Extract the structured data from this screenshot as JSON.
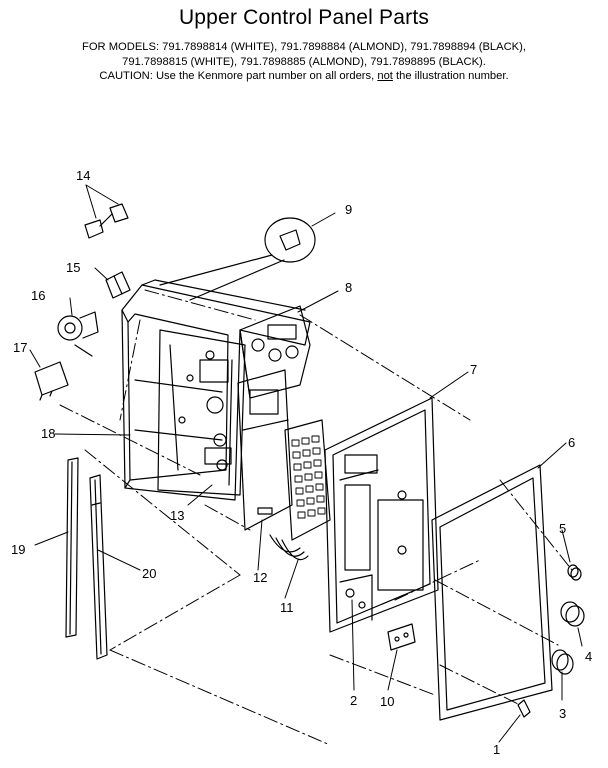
{
  "title": "Upper Control Panel Parts",
  "models": {
    "line1": "FOR MODELS:  791.7898814 (WHITE), 791.7898884 (ALMOND), 791.7898894 (BLACK),",
    "line2": "791.7898815 (WHITE), 791.7898885 (ALMOND), 791.7898895 (BLACK)."
  },
  "caution": {
    "prefix": "CAUTION:  Use the Kenmore part number on all orders, ",
    "emphasis": "not",
    "suffix": " the illustration number."
  },
  "callouts": [
    {
      "id": "1",
      "label": "1"
    },
    {
      "id": "2",
      "label": "2"
    },
    {
      "id": "3",
      "label": "3"
    },
    {
      "id": "4",
      "label": "4"
    },
    {
      "id": "5",
      "label": "5"
    },
    {
      "id": "6",
      "label": "6"
    },
    {
      "id": "7",
      "label": "7"
    },
    {
      "id": "8",
      "label": "8"
    },
    {
      "id": "9",
      "label": "9"
    },
    {
      "id": "10",
      "label": "10"
    },
    {
      "id": "11",
      "label": "11"
    },
    {
      "id": "12",
      "label": "12"
    },
    {
      "id": "13",
      "label": "13"
    },
    {
      "id": "14",
      "label": "14"
    },
    {
      "id": "15",
      "label": "15"
    },
    {
      "id": "16",
      "label": "16"
    },
    {
      "id": "17",
      "label": "17"
    },
    {
      "id": "18",
      "label": "18"
    },
    {
      "id": "19",
      "label": "19"
    },
    {
      "id": "20",
      "label": "20"
    }
  ]
}
